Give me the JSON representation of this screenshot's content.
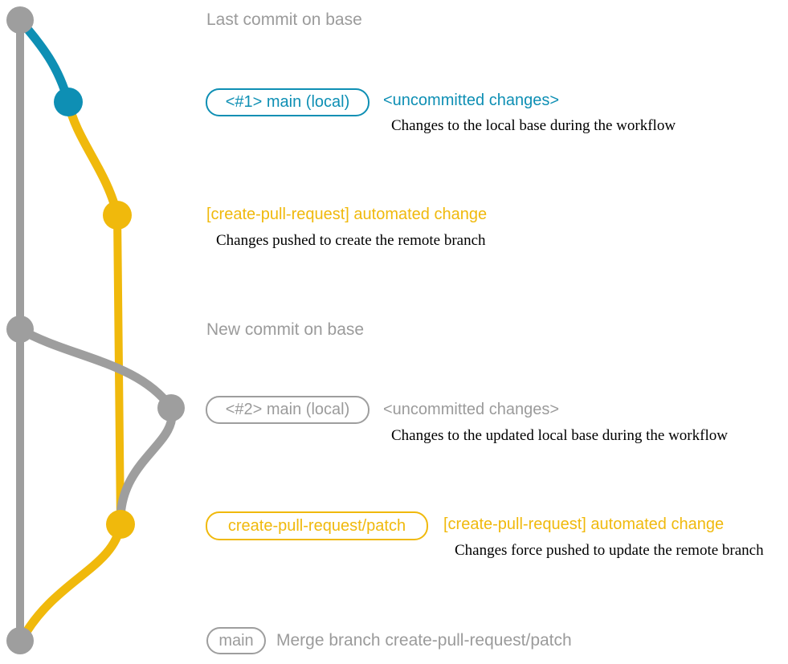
{
  "colors": {
    "gray": "#9e9e9e",
    "text_gray": "#9b9b9b",
    "teal": "#0e8fb4",
    "yellow": "#f0b90c",
    "desc_black": "#000000"
  },
  "graph": {
    "nodes": [
      {
        "name": "last-commit-on-base",
        "color": "gray"
      },
      {
        "name": "uncommitted-changes-1",
        "color": "teal"
      },
      {
        "name": "automated-change-1",
        "color": "yellow"
      },
      {
        "name": "new-commit-on-base",
        "color": "gray"
      },
      {
        "name": "uncommitted-changes-2",
        "color": "gray"
      },
      {
        "name": "automated-change-2",
        "color": "yellow"
      },
      {
        "name": "merge-commit",
        "color": "gray"
      }
    ]
  },
  "labels": {
    "last_commit_on_base": "Last commit on base",
    "branch1": {
      "badge": "<#1> main (local)",
      "title": "<uncommitted changes>",
      "description": "Changes to the local base during the workflow"
    },
    "commit1": {
      "title": "[create-pull-request] automated change",
      "description": "Changes pushed to create the remote branch"
    },
    "new_commit_on_base": "New commit on base",
    "branch2": {
      "badge": "<#2> main (local)",
      "title": "<uncommitted changes>",
      "description": "Changes to the updated local base during the workflow"
    },
    "commit2": {
      "badge": "create-pull-request/patch",
      "title": "[create-pull-request] automated change",
      "description": "Changes force pushed to update the remote branch"
    },
    "merge": {
      "badge": "main",
      "title": "Merge branch create-pull-request/patch"
    }
  }
}
